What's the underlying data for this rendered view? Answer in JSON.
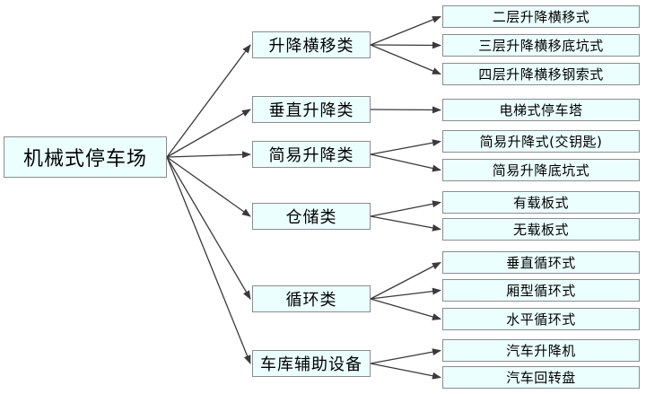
{
  "root": "机械式停车场",
  "categories": [
    {
      "label": "升降横移类",
      "children": [
        "二层升降横移式",
        "三层升降横移底坑式",
        "四层升降横移钢索式"
      ]
    },
    {
      "label": "垂直升降类",
      "children": [
        "电梯式停车塔"
      ]
    },
    {
      "label": "简易升降类",
      "children": [
        "简易升降式(交钥匙)",
        "简易升降底坑式"
      ]
    },
    {
      "label": "仓储类",
      "children": [
        "有载板式",
        "无载板式"
      ]
    },
    {
      "label": "循环类",
      "children": [
        "垂直循环式",
        "厢型循环式",
        "水平循环式"
      ]
    },
    {
      "label": "车库辅助设备",
      "children": [
        "汽车升降机",
        "汽车回转盘"
      ]
    }
  ],
  "colors": {
    "box_fill": "#ecffff",
    "box_border": "#8c8c8c",
    "arrow": "#3a3a3a"
  }
}
